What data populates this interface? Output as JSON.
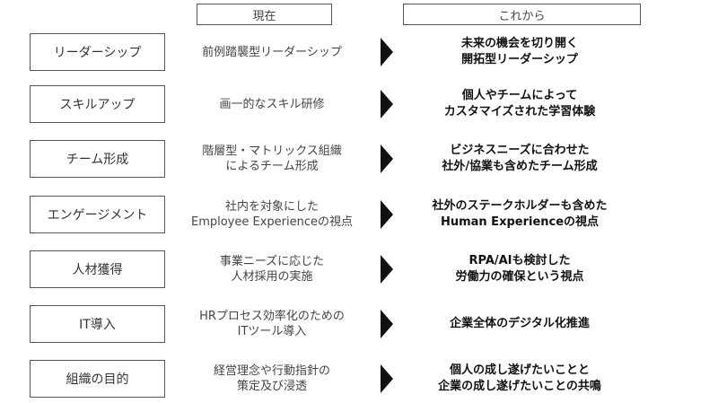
{
  "headers": {
    "current": "現在",
    "future": "これから"
  },
  "rows": [
    {
      "category": "リーダーシップ",
      "current": [
        "前例踏襲型リーダーシップ"
      ],
      "future": [
        "未来の機会を切り開く",
        "開拓型リーダーシップ"
      ]
    },
    {
      "category": "スキルアップ",
      "current": [
        "画一的なスキル研修"
      ],
      "future": [
        "個人やチームによって",
        "カスタマイズされた学習体験"
      ]
    },
    {
      "category": "チーム形成",
      "current": [
        "階層型・マトリックス組織",
        "によるチーム形成"
      ],
      "future": [
        "ビジネスニーズに合わせた",
        "社外/協業も含めたチーム形成"
      ]
    },
    {
      "category": "エンゲージメント",
      "current": [
        "社内を対象にした",
        "Employee Experienceの視点"
      ],
      "future": [
        "社外のステークホルダーも含めた",
        "Human Experienceの視点"
      ]
    },
    {
      "category": "人材獲得",
      "current": [
        "事業ニーズに応じた",
        "人材採用の実施"
      ],
      "future": [
        "RPA/AIも検討した",
        "労働力の確保という視点"
      ]
    },
    {
      "category": "IT導入",
      "current": [
        "HRプロセス効率化のための",
        "ITツール導入"
      ],
      "future": [
        "企業全体のデジタル化推進"
      ]
    },
    {
      "category": "組織の目的",
      "current": [
        "経営理念や行動指針の",
        "策定及び浸透"
      ],
      "future": [
        "個人の成し遂げたいことと",
        "企業の成し遂げたいことの共鳴"
      ]
    }
  ],
  "colors": {
    "border": "#555555",
    "arrow": "#111111",
    "text": "#333333"
  }
}
